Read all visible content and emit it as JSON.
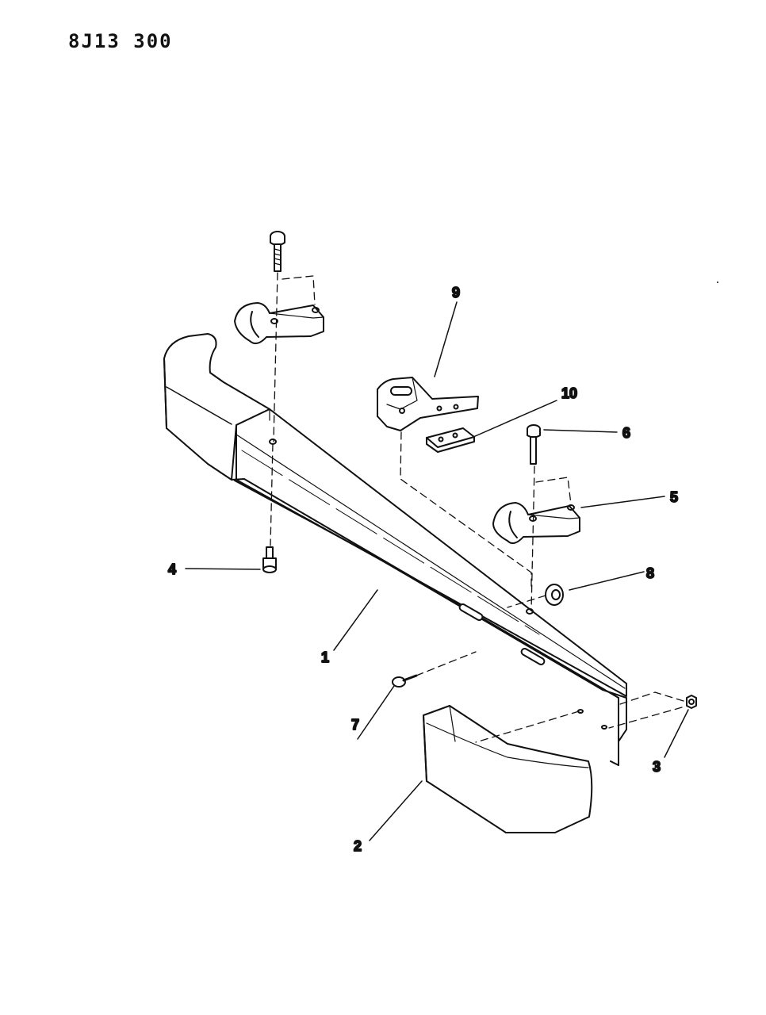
{
  "drawing_code": "8J13 300",
  "callouts": [
    {
      "id": "c1",
      "number": "1"
    },
    {
      "id": "c2",
      "number": "2"
    },
    {
      "id": "c3",
      "number": "3"
    },
    {
      "id": "c4",
      "number": "4"
    },
    {
      "id": "c5",
      "number": "5"
    },
    {
      "id": "c6",
      "number": "6"
    },
    {
      "id": "c7",
      "number": "7"
    },
    {
      "id": "c8",
      "number": "8"
    },
    {
      "id": "c9",
      "number": "9"
    },
    {
      "id": "c10",
      "number": "10"
    }
  ]
}
